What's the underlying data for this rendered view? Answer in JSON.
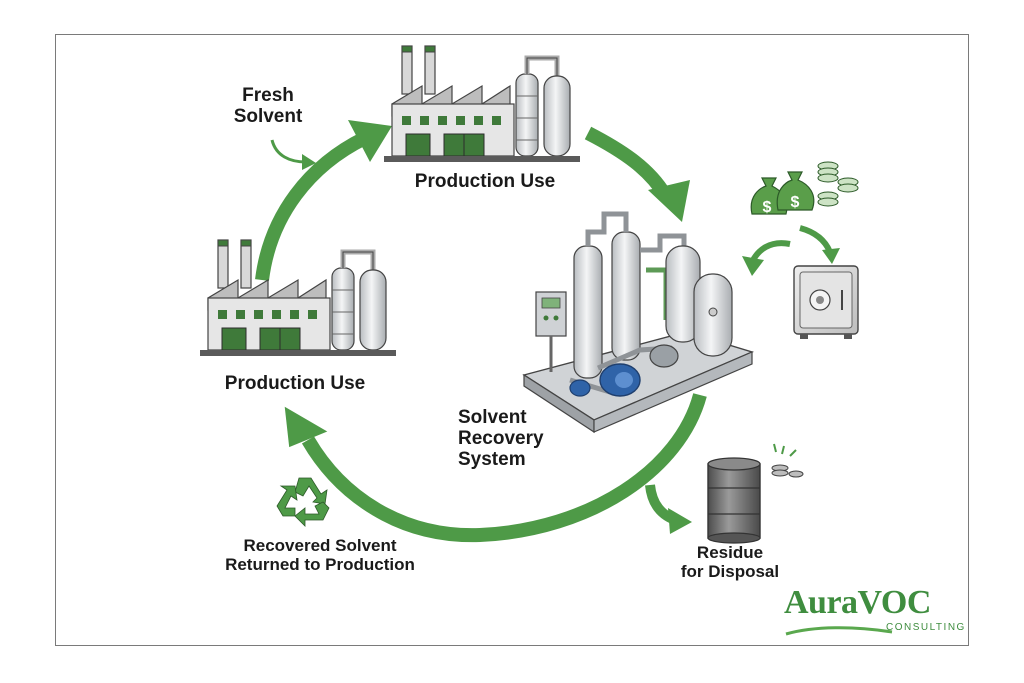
{
  "labels": {
    "fresh_solvent": "Fresh\nSolvent",
    "production_use_top": "Production Use",
    "production_use_left": "Production Use",
    "solvent_recovery": "Solvent\nRecovery\nSystem",
    "recovered_solvent": "Recovered Solvent\nReturned to Production",
    "residue": "Residue\nfor Disposal"
  },
  "logo": {
    "main": "AuraVOC",
    "sub": "CONSULTING"
  },
  "colors": {
    "arrow": "#4e9a47",
    "arrow_dark": "#3d8538",
    "factory_wall": "#e6e6e6",
    "factory_roof": "#bdbdbd",
    "window": "#3f7a3a",
    "metal": "#d9dcdf",
    "pump": "#2f63a8",
    "money": "#5a9e4a",
    "drum": "#6b6b6b",
    "logo": "#3f8d3f"
  },
  "icons": [
    "factory-icon",
    "solvent-recovery-system-icon",
    "money-bags-icon",
    "coins-icon",
    "safe-icon",
    "drum-icon",
    "recycle-icon"
  ]
}
